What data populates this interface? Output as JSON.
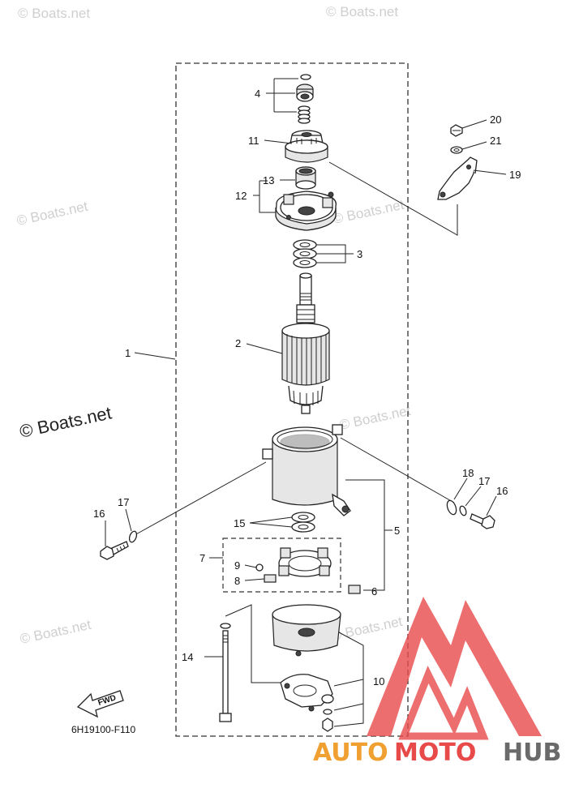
{
  "watermarks": {
    "top_left": "© Boats.net",
    "top_right": "© Boats.net",
    "mid_left": "© Boats.net",
    "mid_right": "© Boats.net",
    "main": "© Boats.net",
    "center": "© Boats.net",
    "lower_left": "© Boats.net",
    "lower_right": "© Boats.net"
  },
  "callouts": {
    "c1": "1",
    "c2": "2",
    "c3": "3",
    "c4": "4",
    "c5": "5",
    "c6": "6",
    "c7": "7",
    "c8": "8",
    "c9": "9",
    "c10": "10",
    "c11": "11",
    "c12": "12",
    "c13": "13",
    "c14": "14",
    "c15": "15",
    "c16a": "16",
    "c16b": "16",
    "c17a": "17",
    "c17b": "17",
    "c18": "18",
    "c19": "19",
    "c20": "20",
    "c21": "21"
  },
  "fwd_label": "FWD",
  "diagram_code": "6H19100-F110",
  "logo": {
    "word_auto": "AUTO",
    "word_moto": "MOTO",
    "word_hub": "HUB",
    "colors": {
      "red": "#e84a4a",
      "orange": "#f0a030",
      "gray": "#6a6a6a"
    }
  }
}
